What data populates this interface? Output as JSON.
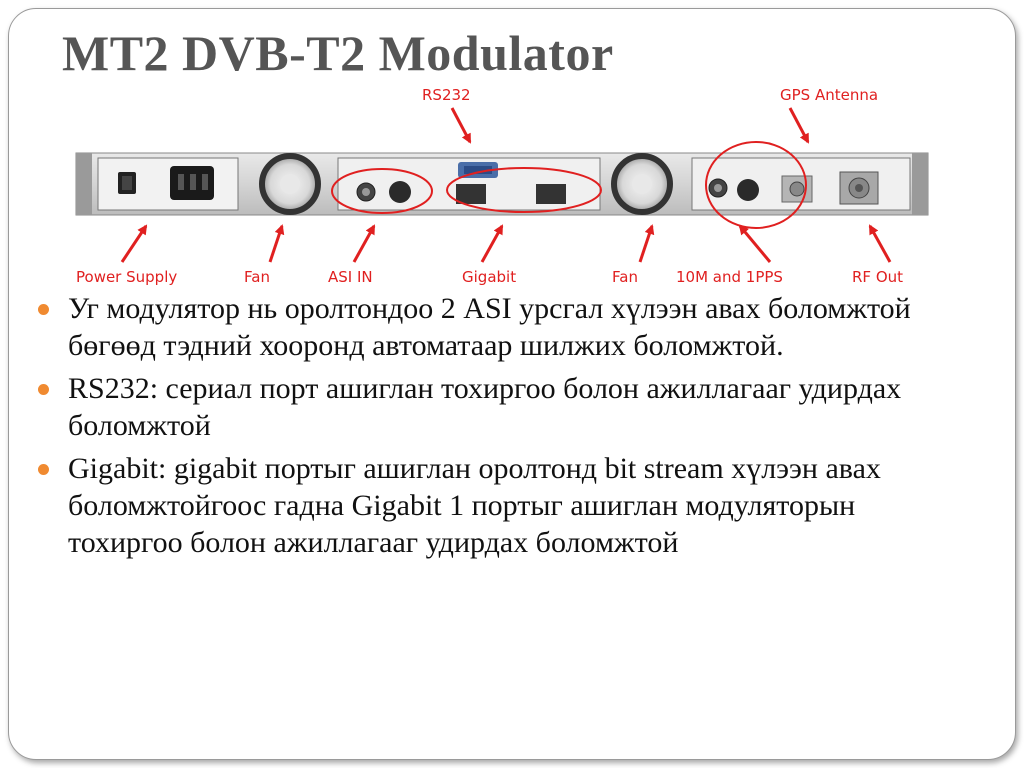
{
  "slide": {
    "title": "MT2 DVB-T2 Modulator",
    "accent_color": "#f08a30",
    "title_color": "#555555"
  },
  "diagram": {
    "image": "device-rear-panel",
    "callout_color": "#e02020",
    "top_labels": {
      "rs232": "RS232",
      "gps": "GPS Antenna"
    },
    "bottom_labels": {
      "power": "Power Supply",
      "fan1": "Fan",
      "asi": "ASI IN",
      "gigabit": "Gigabit",
      "fan2": "Fan",
      "tenm": "10M and 1PPS",
      "rfout": "RF Out"
    }
  },
  "bullets": [
    {
      "text": "Уг модулятор нь оролтондоо 2 ASI урсгал хүлээн авах боломжтой бөгөөд тэдний хооронд автоматаар шилжих боломжтой."
    },
    {
      "text": "RS232: сериал порт ашиглан тохиргоо болон ажиллагааг удирдах боломжтой"
    },
    {
      "text": "Gigabit: gigabit портыг ашиглан оролтонд bit stream хүлээн авах боломжтойгоос гадна Gigabit 1 портыг ашиглан модуляторын тохиргоо болон ажиллагааг удирдах боломжтой"
    }
  ]
}
